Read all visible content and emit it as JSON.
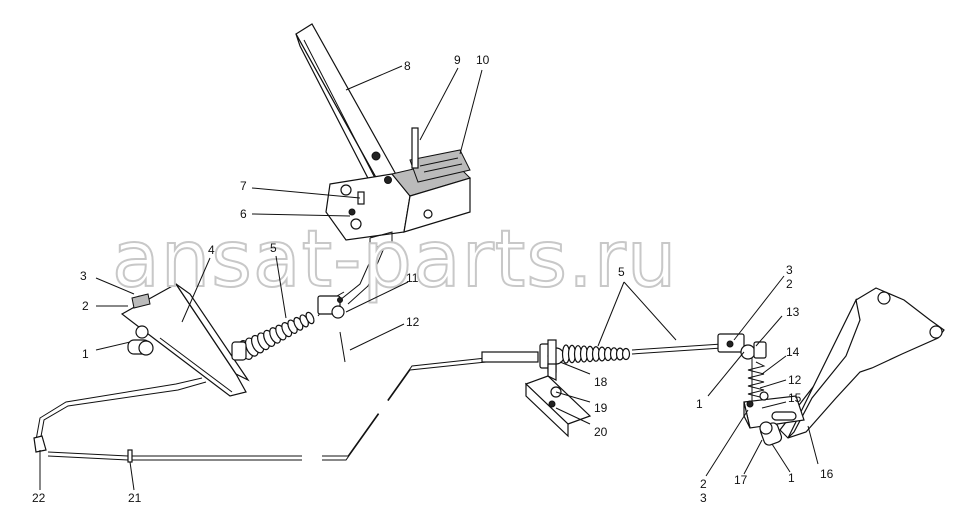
{
  "watermark": "ansat-parts.ru",
  "callouts": [
    {
      "id": "c8",
      "text": "8"
    },
    {
      "id": "c9",
      "text": "9"
    },
    {
      "id": "c10",
      "text": "10"
    },
    {
      "id": "c7",
      "text": "7"
    },
    {
      "id": "c6",
      "text": "6"
    },
    {
      "id": "c5a",
      "text": "5"
    },
    {
      "id": "c4",
      "text": "4"
    },
    {
      "id": "c3a",
      "text": "3"
    },
    {
      "id": "c2a",
      "text": "2"
    },
    {
      "id": "c1a",
      "text": "1"
    },
    {
      "id": "c11",
      "text": "11"
    },
    {
      "id": "c12a",
      "text": "12"
    },
    {
      "id": "c5b",
      "text": "5"
    },
    {
      "id": "c3b",
      "text": "3"
    },
    {
      "id": "c2b",
      "text": "2"
    },
    {
      "id": "c13",
      "text": "13"
    },
    {
      "id": "c14",
      "text": "14"
    },
    {
      "id": "c12b",
      "text": "12"
    },
    {
      "id": "c15",
      "text": "15"
    },
    {
      "id": "c1b",
      "text": "1"
    },
    {
      "id": "c18",
      "text": "18"
    },
    {
      "id": "c19",
      "text": "19"
    },
    {
      "id": "c20",
      "text": "20"
    },
    {
      "id": "c16",
      "text": "16"
    },
    {
      "id": "c1c",
      "text": "1"
    },
    {
      "id": "c17",
      "text": "17"
    },
    {
      "id": "c2c",
      "text": "2"
    },
    {
      "id": "c3c",
      "text": "3"
    },
    {
      "id": "c22",
      "text": "22"
    },
    {
      "id": "c21",
      "text": "21"
    }
  ]
}
